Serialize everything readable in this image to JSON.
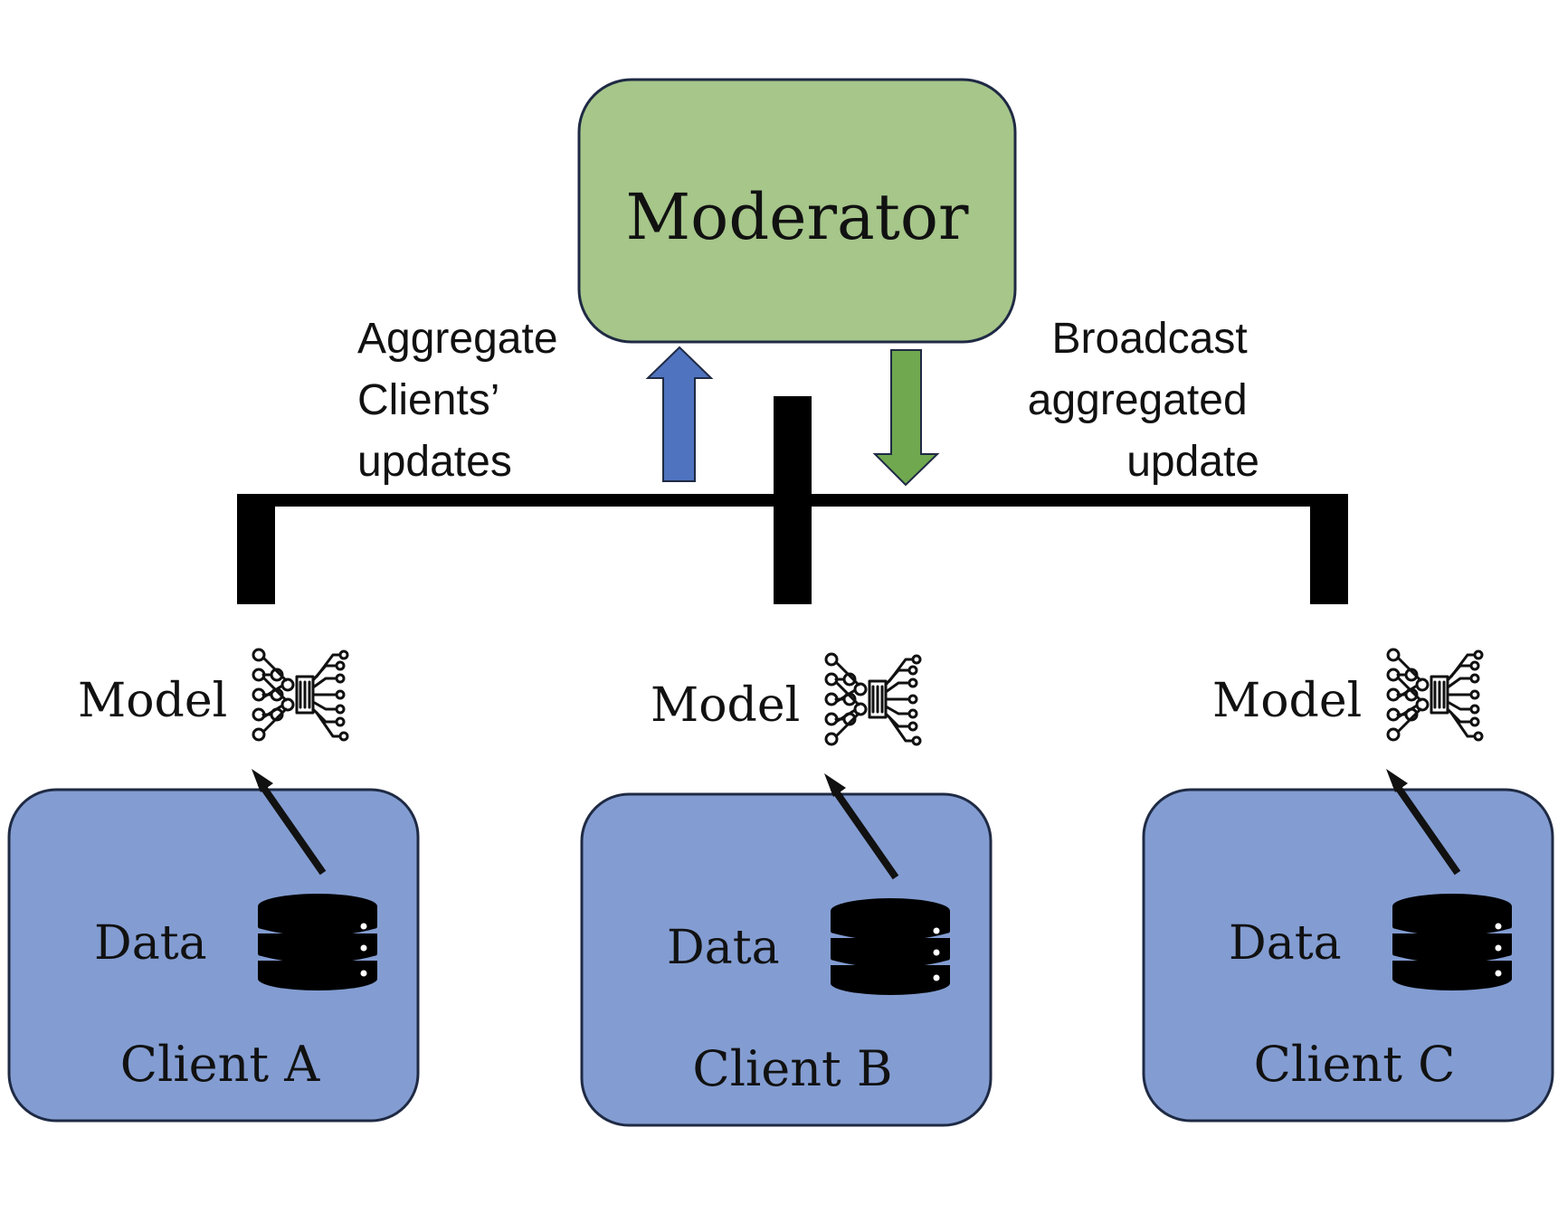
{
  "moderator": {
    "label": "Moderator",
    "fill": "#a6c68a",
    "stroke": "#1f2a44"
  },
  "aggregate_label": [
    "Aggregate",
    "Clients’",
    "updates"
  ],
  "broadcast_label": [
    "Broadcast",
    "aggregated",
    "update"
  ],
  "arrows": {
    "aggregate_color": "#4f73bf",
    "broadcast_color": "#70a84f"
  },
  "clients": [
    {
      "name": "Client A",
      "model_label": "Model",
      "data_label": "Data"
    },
    {
      "name": "Client B",
      "model_label": "Model",
      "data_label": "Data"
    },
    {
      "name": "Client C",
      "model_label": "Model",
      "data_label": "Data"
    }
  ],
  "client_style": {
    "fill": "#839dd2",
    "stroke": "#1f2a44"
  },
  "icons": {
    "model": "neural-network-icon",
    "data": "database-icon"
  }
}
